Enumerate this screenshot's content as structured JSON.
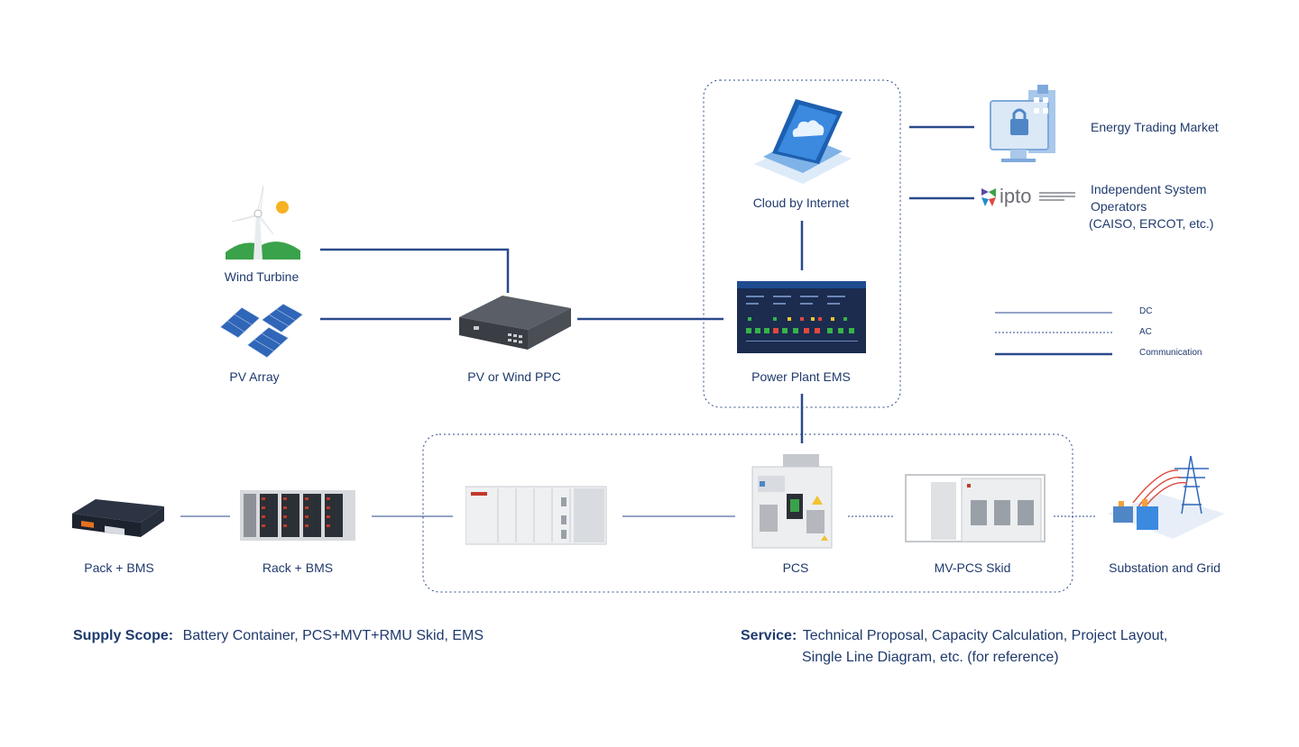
{
  "nodes": {
    "wind_turbine": "Wind Turbine",
    "pv_array": "PV Array",
    "ppc": "PV or Wind PPC",
    "cloud": "Cloud by Internet",
    "ems": "Power Plant EMS",
    "energy_trading": "Energy Trading Market",
    "iso_line1": "Independent System",
    "iso_line2": "Operators",
    "iso_line3": "(CAISO, ERCOT, etc.)",
    "pack": "Pack + BMS",
    "rack": "Rack + BMS",
    "pcs": "PCS",
    "mv_pcs": "MV-PCS Skid",
    "substation": "Substation and Grid"
  },
  "logo": {
    "ipto_text": "ipto"
  },
  "legend": {
    "dc": "DC",
    "ac": "AC",
    "comm": "Communication"
  },
  "supply": {
    "label": "Supply Scope:",
    "value": "Battery Container, PCS+MVT+RMU Skid, EMS"
  },
  "service": {
    "label": "Service:",
    "line1": "Technical Proposal, Capacity Calculation, Project Layout,",
    "line2": "Single Line Diagram, etc. (for reference)"
  },
  "colors": {
    "line": "#2b4a8b",
    "text": "#1f3a6d",
    "dashed_border": "#2b4a8b"
  }
}
